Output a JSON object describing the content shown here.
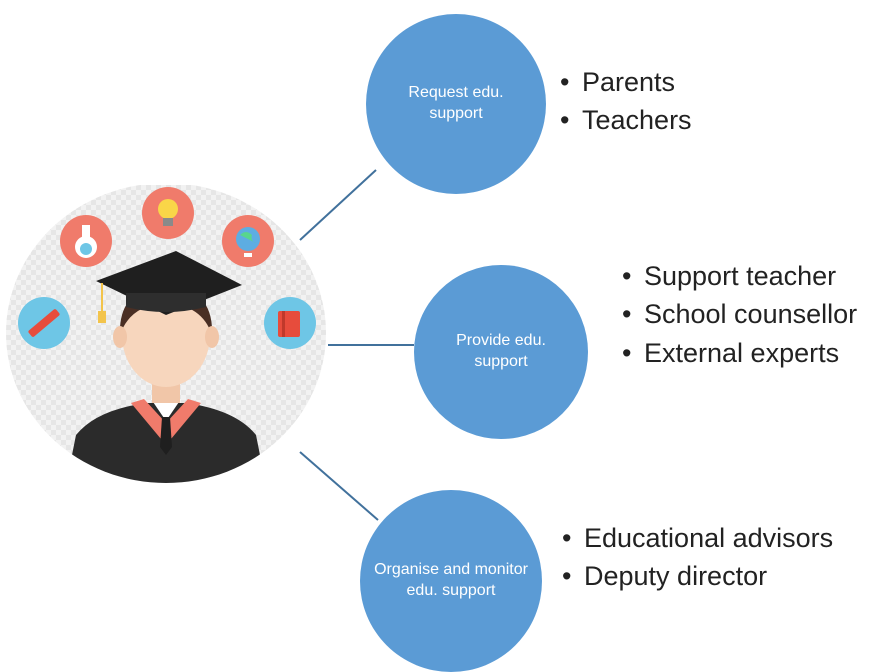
{
  "diagram": {
    "nodes": [
      {
        "id": "request",
        "label": "Request edu. support",
        "items": [
          "Parents",
          "Teachers"
        ]
      },
      {
        "id": "provide",
        "label": "Provide edu. support",
        "items": [
          "Support teacher",
          "School counsellor",
          "External experts"
        ]
      },
      {
        "id": "organise",
        "label": "Organise and monitor edu. support",
        "items": [
          "Educational advisors",
          "Deputy director"
        ]
      }
    ]
  },
  "colors": {
    "node_fill": "#5b9bd5",
    "connector": "#41719c",
    "node_text": "#ffffff",
    "bullet_text": "#222222"
  },
  "illustration": {
    "subject": "graduate-avatar",
    "icons": [
      "pencil-icon",
      "flask-icon",
      "lightbulb-icon",
      "globe-icon",
      "book-icon"
    ]
  }
}
